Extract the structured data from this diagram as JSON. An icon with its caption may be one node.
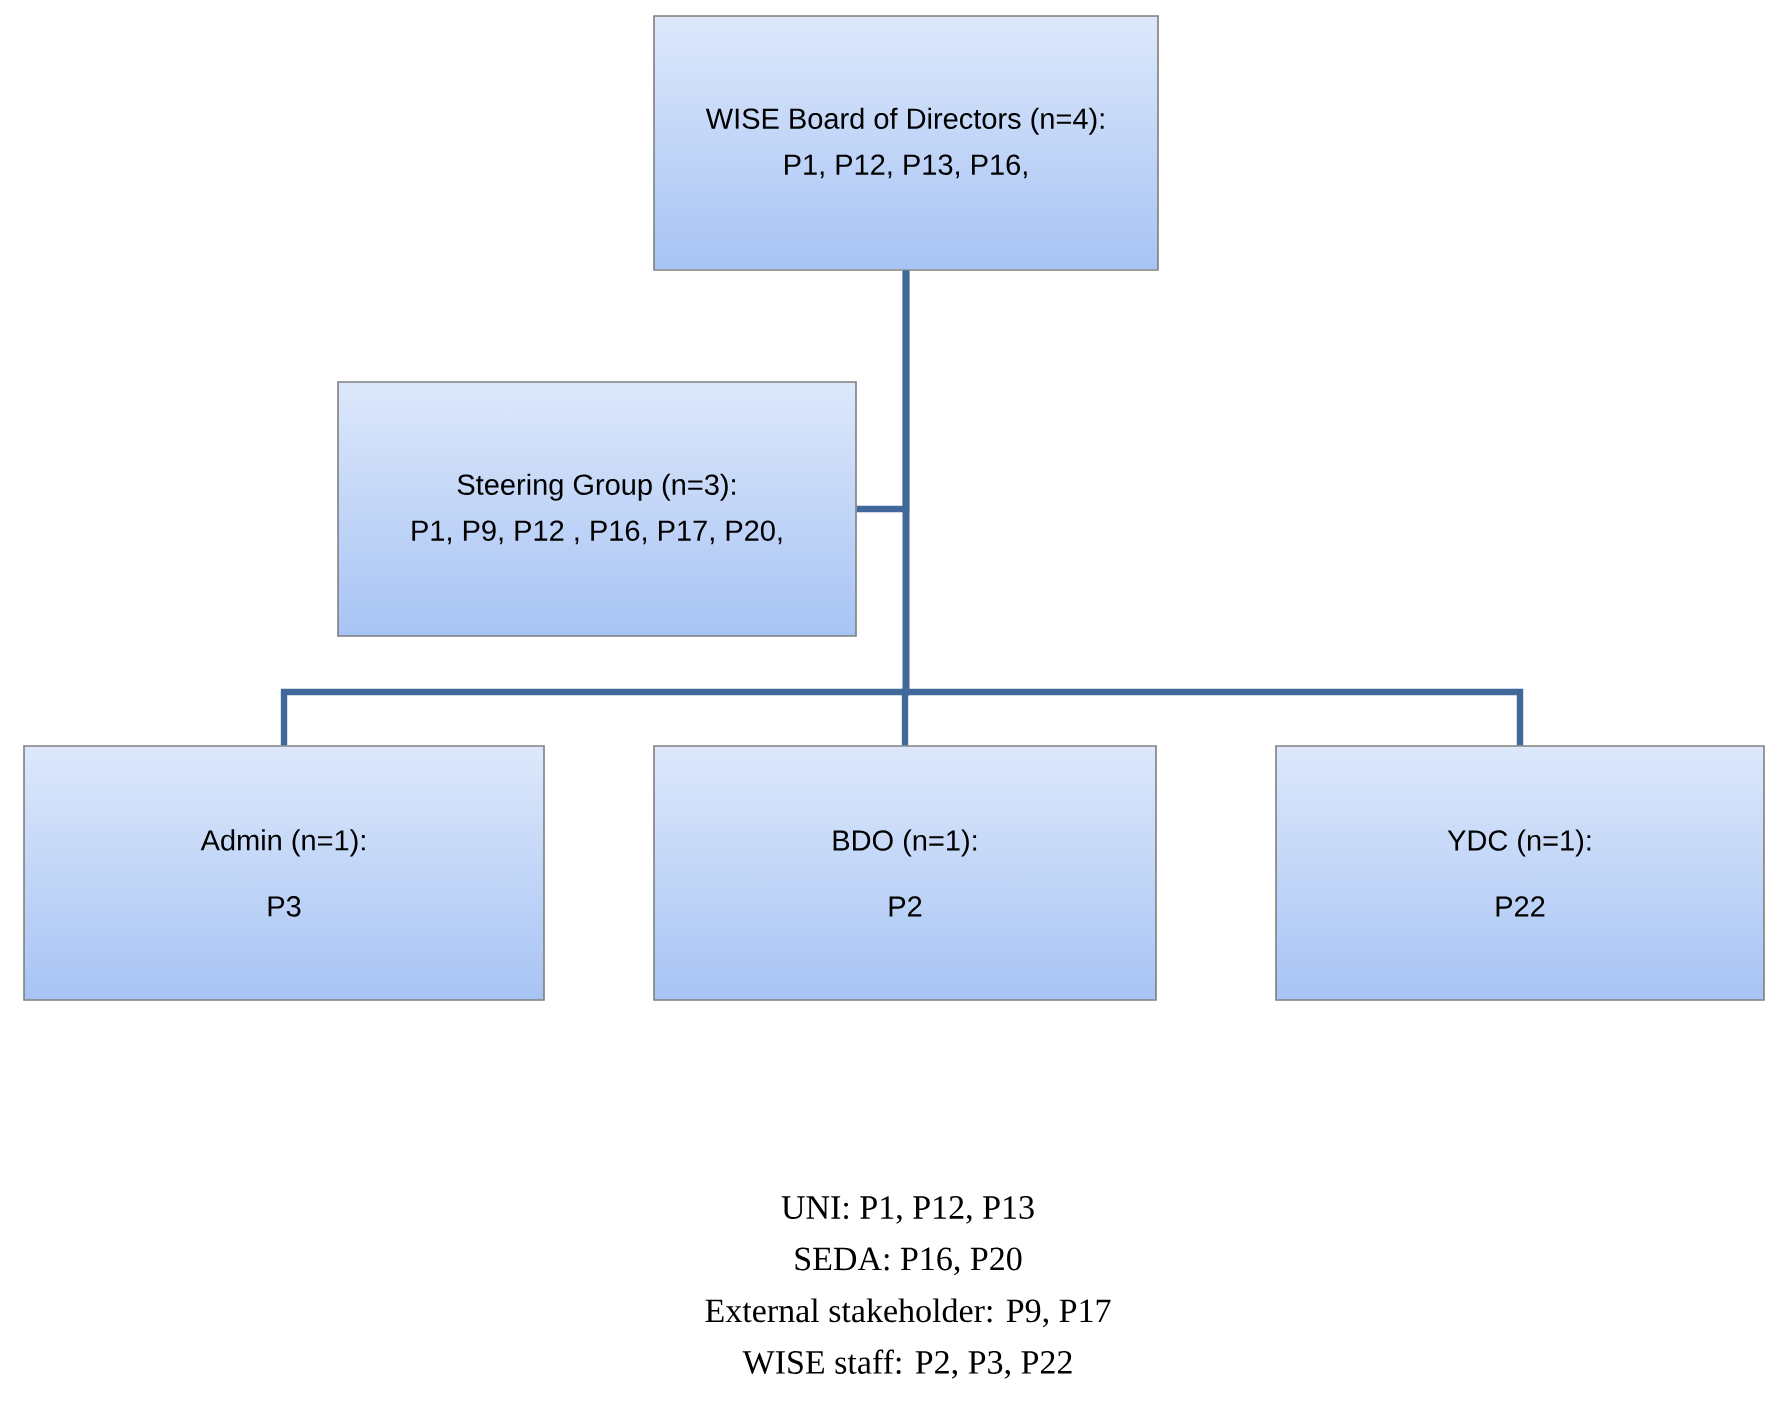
{
  "diagram": {
    "nodes": [
      {
        "text": [
          "WISE Board of Directors (n=4):",
          "P1, P12,  P13,  P16,"
        ]
      },
      {
        "text": [
          "Steering Group (n=3):",
          "P1, P9, P12 , P16, P17, P20,"
        ]
      },
      {
        "text": [
          "Admin (n=1):",
          "P3"
        ]
      },
      {
        "text": [
          "BDO (n=1):",
          "P2"
        ]
      },
      {
        "text": [
          "YDC (n=1):",
          "P22"
        ]
      }
    ],
    "edges": [
      {
        "from": 0,
        "to": 1,
        "arrow": "none"
      },
      {
        "from": 0,
        "to": 2,
        "arrow": "none"
      },
      {
        "from": 0,
        "to": 3,
        "arrow": "none"
      },
      {
        "from": 0,
        "to": 4,
        "arrow": "none"
      }
    ],
    "labels": [
      "UNI: P1, P12, P13",
      "SEDA:  P16, P20",
      "External stakeholder: P9, P17",
      "WISE staff: P2, P3, P22"
    ]
  }
}
